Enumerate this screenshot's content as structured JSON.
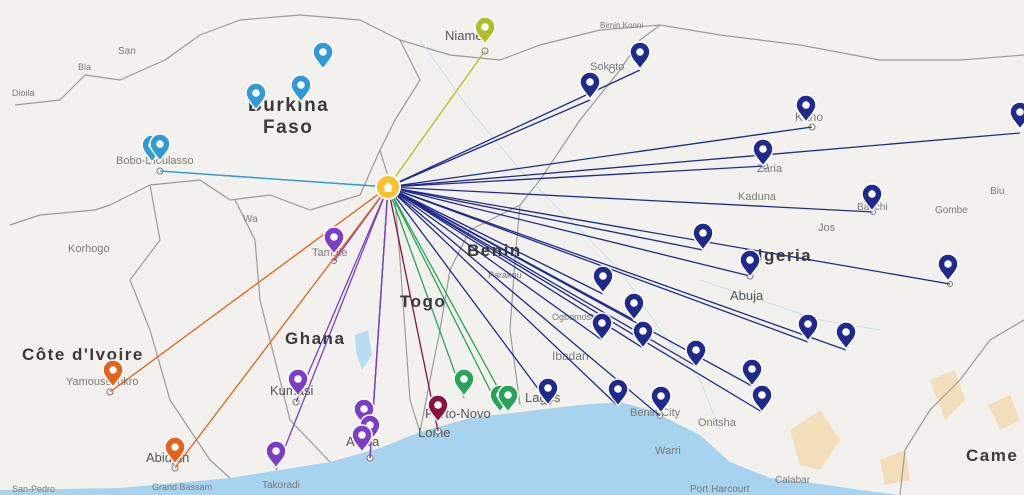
{
  "map": {
    "country_labels": [
      {
        "id": "burkina-1",
        "text": "Burkina"
      },
      {
        "id": "burkina-2",
        "text": "Faso"
      },
      {
        "id": "ghana",
        "text": "Ghana"
      },
      {
        "id": "togo",
        "text": "Togo"
      },
      {
        "id": "benin",
        "text": "Benin"
      },
      {
        "id": "nigeria",
        "text": "Nigeria"
      },
      {
        "id": "cote",
        "text": "Côte d'Ivoire"
      },
      {
        "id": "came",
        "text": "Came"
      }
    ],
    "city_labels": [
      {
        "id": "niamey",
        "text": "Niamey"
      },
      {
        "id": "birnin",
        "text": "Birnin Konni"
      },
      {
        "id": "sokoto",
        "text": "Sokoto"
      },
      {
        "id": "kano",
        "text": "Kano"
      },
      {
        "id": "zaria",
        "text": "Zaria"
      },
      {
        "id": "kaduna",
        "text": "Kaduna"
      },
      {
        "id": "jos",
        "text": "Jos"
      },
      {
        "id": "bauchi",
        "text": "Bauchi"
      },
      {
        "id": "gombe",
        "text": "Gombe"
      },
      {
        "id": "biu",
        "text": "Biu"
      },
      {
        "id": "abuja",
        "text": "Abuja"
      },
      {
        "id": "ibadan",
        "text": "Ibadan"
      },
      {
        "id": "lagos",
        "text": "Lagos"
      },
      {
        "id": "beninc",
        "text": "Benin City"
      },
      {
        "id": "onitsha",
        "text": "Onitsha"
      },
      {
        "id": "warri",
        "text": "Warri"
      },
      {
        "id": "porth",
        "text": "Port Harcourt"
      },
      {
        "id": "calabar",
        "text": "Calabar"
      },
      {
        "id": "porto",
        "text": "Porto-Novo"
      },
      {
        "id": "lome",
        "text": "Lome"
      },
      {
        "id": "accra",
        "text": "Accra"
      },
      {
        "id": "kumasi",
        "text": "Kumasi"
      },
      {
        "id": "tamale",
        "text": "Tamale"
      },
      {
        "id": "wa",
        "text": "Wa"
      },
      {
        "id": "takoradi",
        "text": "Takoradi"
      },
      {
        "id": "abidjan",
        "text": "Abidjan"
      },
      {
        "id": "grandb",
        "text": "Grand Bassam"
      },
      {
        "id": "sanpedro",
        "text": "San-Pedro"
      },
      {
        "id": "yamou",
        "text": "Yamoussoukro"
      },
      {
        "id": "korhogo",
        "text": "Korhogo"
      },
      {
        "id": "bobo",
        "text": "Bobo-Dioulasso"
      },
      {
        "id": "san",
        "text": "San"
      },
      {
        "id": "bla",
        "text": "Bla"
      },
      {
        "id": "dioila",
        "text": "Dioila"
      },
      {
        "id": "ogbom",
        "text": "Ogbomosho"
      },
      {
        "id": "parakou",
        "text": "Parakou"
      }
    ],
    "colors": {
      "land": "#f2f1ee",
      "water": "#a8d3ef",
      "border": "#9a9a9a",
      "hub": "#fbc02d",
      "niger": "#b3bd2a",
      "burkina": "#2f9ad6",
      "ghana": "#7b3fc7",
      "togo": "#8b1240",
      "benin": "#27a35a",
      "nigeria": "#1f2a8c",
      "cote": "#e8611a"
    },
    "icons": {
      "hub": "home-icon",
      "marker": "map-pin-icon"
    }
  }
}
